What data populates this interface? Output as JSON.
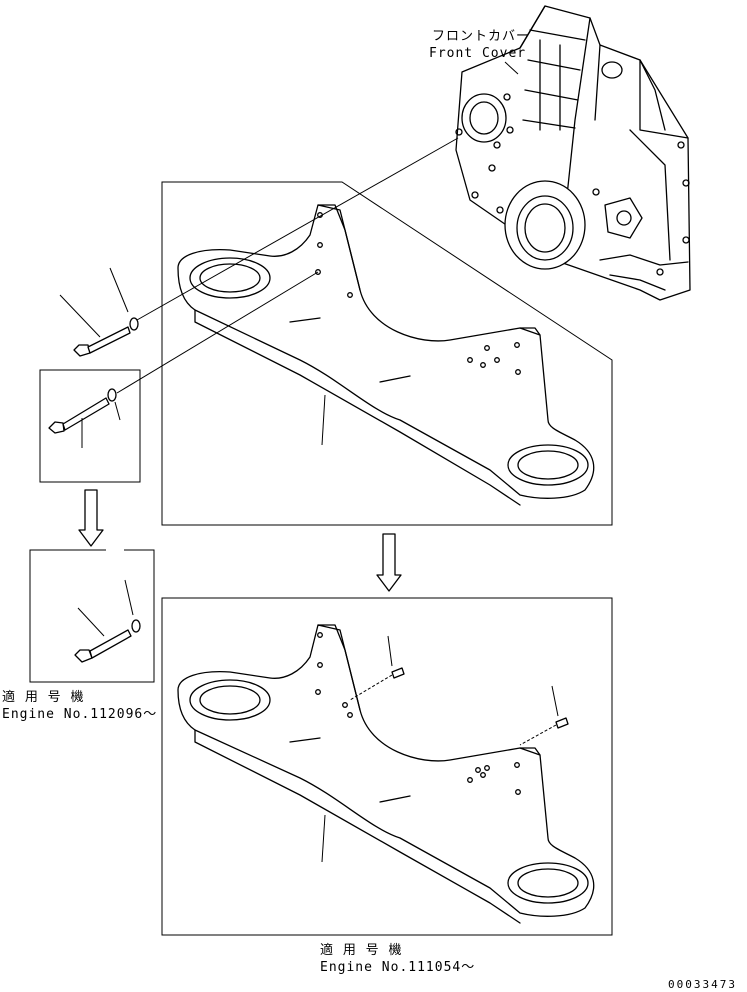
{
  "labels": {
    "front_cover_jp": "フロントカバー",
    "front_cover_en": "Front Cover",
    "serial_left_jp": "適 用 号 機",
    "serial_left_en": "Engine No.112096〜",
    "serial_bottom_jp": "適 用 号 機",
    "serial_bottom_en": "Engine No.111054〜",
    "drawing_number": "00033473"
  }
}
